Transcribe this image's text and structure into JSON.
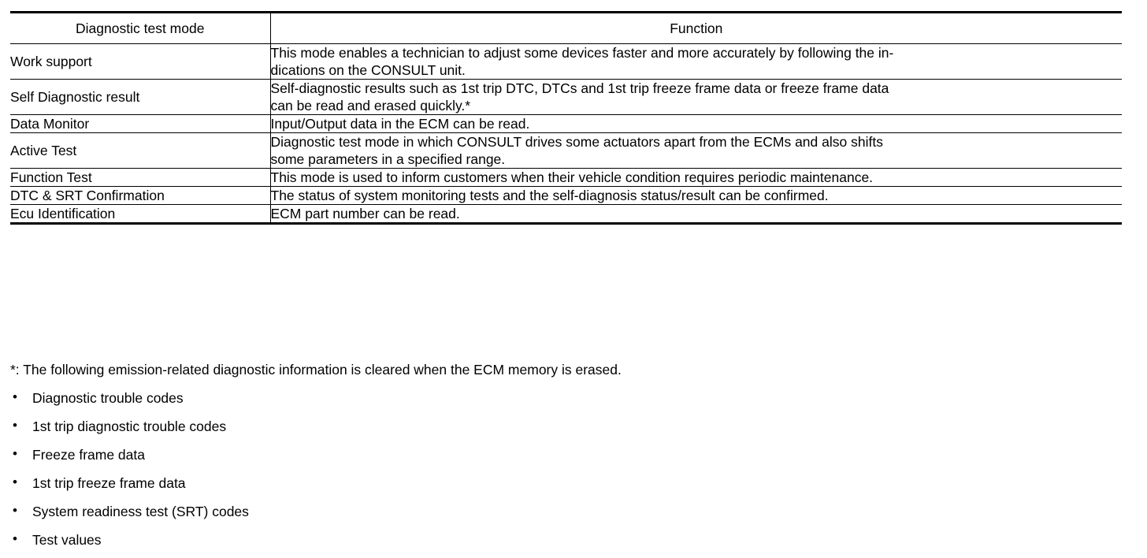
{
  "table": {
    "headers": {
      "mode": "Diagnostic test mode",
      "function": "Function"
    },
    "rows": [
      {
        "mode": "Work support",
        "function_lines": [
          "This mode enables a technician to adjust some devices faster and more accurately by following the in-",
          "dications on the CONSULT unit."
        ]
      },
      {
        "mode": "Self Diagnostic result",
        "function_lines": [
          "Self-diagnostic results such as 1st trip DTC, DTCs and 1st trip freeze frame data or freeze frame data",
          "can be read and erased quickly.*"
        ]
      },
      {
        "mode": "Data Monitor",
        "function_lines": [
          "Input/Output data in the ECM can be read."
        ]
      },
      {
        "mode": "Active Test",
        "function_lines": [
          "Diagnostic test mode in which CONSULT drives some actuators apart from the ECMs and also shifts",
          "some parameters in a specified range."
        ]
      },
      {
        "mode": "Function Test",
        "function_lines": [
          "This mode is used to inform customers when their vehicle condition requires periodic maintenance."
        ]
      },
      {
        "mode": "DTC & SRT Confirmation",
        "function_lines": [
          "The status of system monitoring tests and the self-diagnosis status/result can be confirmed."
        ]
      },
      {
        "mode": "Ecu Identification",
        "function_lines": [
          "ECM part number can be read."
        ]
      }
    ]
  },
  "notes": {
    "footnote": "*: The following emission-related diagnostic information is cleared when the ECM memory is erased.",
    "bullet_glyph": "•",
    "bullets": [
      "Diagnostic trouble codes",
      "1st trip diagnostic trouble codes",
      "Freeze frame data",
      "1st trip freeze frame data",
      "System readiness test (SRT) codes",
      "Test values"
    ]
  },
  "colors": {
    "text": "#000000",
    "background": "#ffffff",
    "rule": "#000000"
  }
}
